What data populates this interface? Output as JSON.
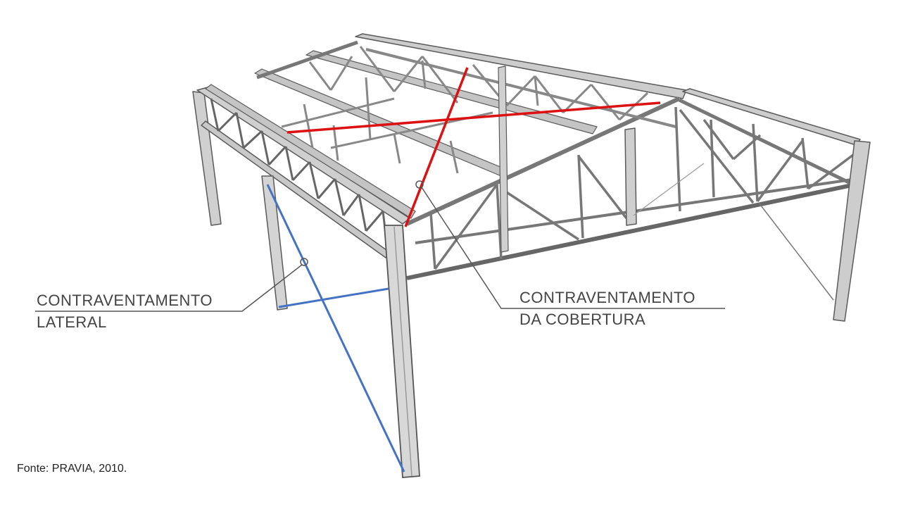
{
  "labels": {
    "lateral": {
      "line1": "CONTRAVENTAMENTO",
      "line2": "LATERAL"
    },
    "roof": {
      "line1": "CONTRAVENTAMENTO",
      "line2": "DA COBERTURA"
    }
  },
  "source": "Fonte: PRAVIA, 2010.",
  "colors": {
    "roof_bracing": "#dd1111",
    "lateral_bracing": "#4472c4",
    "steel": "#9a9a9a",
    "steel_dark": "#555555",
    "leader": "#555555"
  }
}
